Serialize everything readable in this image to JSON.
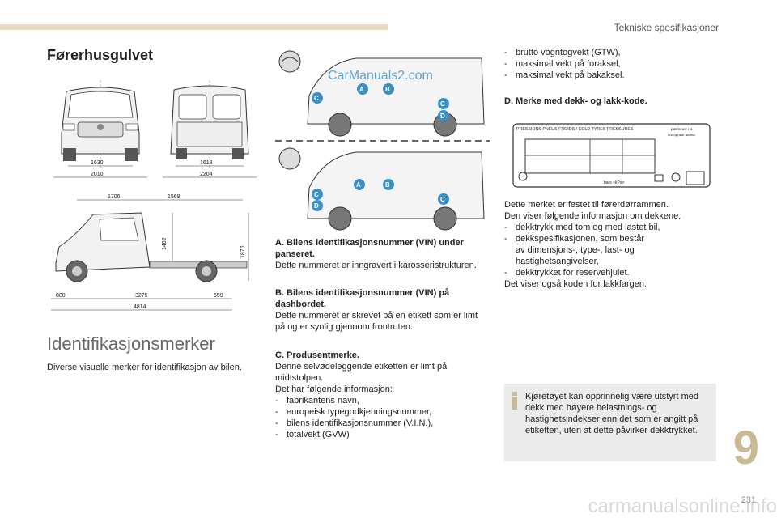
{
  "header": {
    "chapter_title": "Tekniske spesifikasjoner"
  },
  "section1": {
    "title": "Førerhusgulvet"
  },
  "front_view": {
    "dim_inner": "1630",
    "dim_outer": "2010"
  },
  "rear_view": {
    "dim_inner": "1618",
    "dim_outer": "2204"
  },
  "side_view": {
    "dim_top_left": "1706",
    "dim_top_right": "1569",
    "dim_height_inner": "1402",
    "dim_height_total": "1876",
    "dim_front_overhang": "880",
    "dim_wheelbase": "3275",
    "dim_rear_overhang": "659",
    "dim_length": "4814"
  },
  "markers": {
    "a": "A",
    "b": "B",
    "c": "C",
    "d": "D"
  },
  "section2": {
    "title": "Identifikasjonsmerker",
    "intro": "Diverse visuelle merker for identifikasjon av bilen."
  },
  "item_a": {
    "title": "A. Bilens identifikasjonsnummer (VIN) under panseret.",
    "text": "Dette nummeret er inngravert i karosseristrukturen."
  },
  "item_b": {
    "title": "B. Bilens identifikasjonsnummer (VIN) på dashbordet.",
    "text": "Dette nummeret er skrevet på en etikett som er limt på og er synlig gjennom frontruten."
  },
  "item_c": {
    "title": "C. Produsentmerke.",
    "text1": "Denne selvødeleggende etiketten er limt på midtstolpen.",
    "text2": "Det har følgende informasjon:",
    "list": [
      "fabrikantens navn,",
      "europeisk typegodkjenningsnummer,",
      "bilens identifikasjonsnummer (V.I.N.),",
      "totalvekt (GVW)"
    ]
  },
  "col3_list": [
    "brutto vogntogvekt (GTW),",
    "maksimal vekt på foraksel,",
    "maksimal vekt på bakaksel."
  ],
  "item_d": {
    "title": "D. Merke med dekk- og lakk-kode."
  },
  "tyre_label": {
    "header": "PRESSIONS PNEUS FROIDS / COLD TYRES PRESSURES",
    "side_text_1": "давление на",
    "side_text_2": "холодные шины",
    "bottom_unit": "bars  <kPa>"
  },
  "tyre_desc": {
    "line1": "Dette merket er festet til førerdørrammen.",
    "line2": "Den viser følgende informasjon om dekkene:",
    "list": [
      "dekktrykk med tom og med lastet bil,",
      "dekkspesifikasjonen, som består"
    ],
    "continuation": [
      "av dimensjons-, type-, last- og",
      "hastighetsangivelser,"
    ],
    "list2": [
      "dekktrykket for reservehjulet."
    ],
    "line3": "Det viser også koden for lakkfargen."
  },
  "info_box": {
    "text": "Kjøretøyet kan opprinnelig være utstyrt med dekk med høyere belastnings- og hastighetsindekser enn det som er angitt på etiketten, uten at dette påvirker dekktrykket."
  },
  "chapter_number": "9",
  "page_number": "231",
  "watermark": "CarManuals2.com",
  "watermark_bottom": "carmanualsonline.info",
  "colors": {
    "accent": "#c9b994",
    "marker_blue": "#3a8fc9",
    "info_bg": "#ebebeb"
  }
}
